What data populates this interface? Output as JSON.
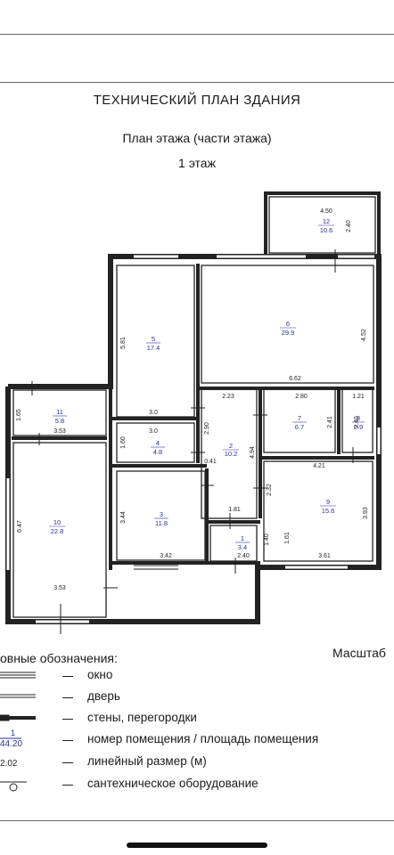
{
  "header": {
    "title": "ТЕХНИЧЕСКИЙ ПЛАН ЗДАНИЯ",
    "subtitle": "План этажа (части этажа)",
    "floor": "1 этаж"
  },
  "scale_label": "Масштаб",
  "rooms": [
    {
      "id": "1",
      "number": "1",
      "area": "3.4"
    },
    {
      "id": "2",
      "number": "2",
      "area": "10.2"
    },
    {
      "id": "3",
      "number": "3",
      "area": "11.8"
    },
    {
      "id": "4",
      "number": "4",
      "area": "4.8"
    },
    {
      "id": "5",
      "number": "5",
      "area": "17.4"
    },
    {
      "id": "6",
      "number": "6",
      "area": "29.9"
    },
    {
      "id": "7",
      "number": "7",
      "area": "6.7"
    },
    {
      "id": "8",
      "number": "8",
      "area": "2.9"
    },
    {
      "id": "9",
      "number": "9",
      "area": "15.6"
    },
    {
      "id": "10",
      "number": "10",
      "area": "22.8"
    },
    {
      "id": "11",
      "number": "11",
      "area": "5.8"
    },
    {
      "id": "12",
      "number": "12",
      "area": "10.6"
    }
  ],
  "dimensions": [
    "4.50",
    "2.40",
    "5.81",
    "4.52",
    "6.62",
    "3.0",
    "2.23",
    "2.80",
    "1.21",
    "1.65",
    "3.53",
    "2.90",
    "2.41",
    "2.40",
    "3.0",
    "1.60",
    "0.41",
    "4.94",
    "4.21",
    "2.32",
    "6.47",
    "3.44",
    "3.93",
    "1.81",
    "1.40",
    "1.61",
    "3.61",
    "3.42",
    "2.40",
    "3.53"
  ],
  "legend": {
    "title": "овные обозначения:",
    "items": [
      {
        "label": "окно",
        "key": ""
      },
      {
        "label": "дверь",
        "key": ""
      },
      {
        "label": "стены, перегородки",
        "key": ""
      },
      {
        "label": "номер помещения / площадь помещения",
        "key": "1",
        "key2": "44.20"
      },
      {
        "label": "линейный размер (м)",
        "key": "2.02"
      },
      {
        "label": "сантехническое оборудование",
        "key": ""
      }
    ]
  }
}
